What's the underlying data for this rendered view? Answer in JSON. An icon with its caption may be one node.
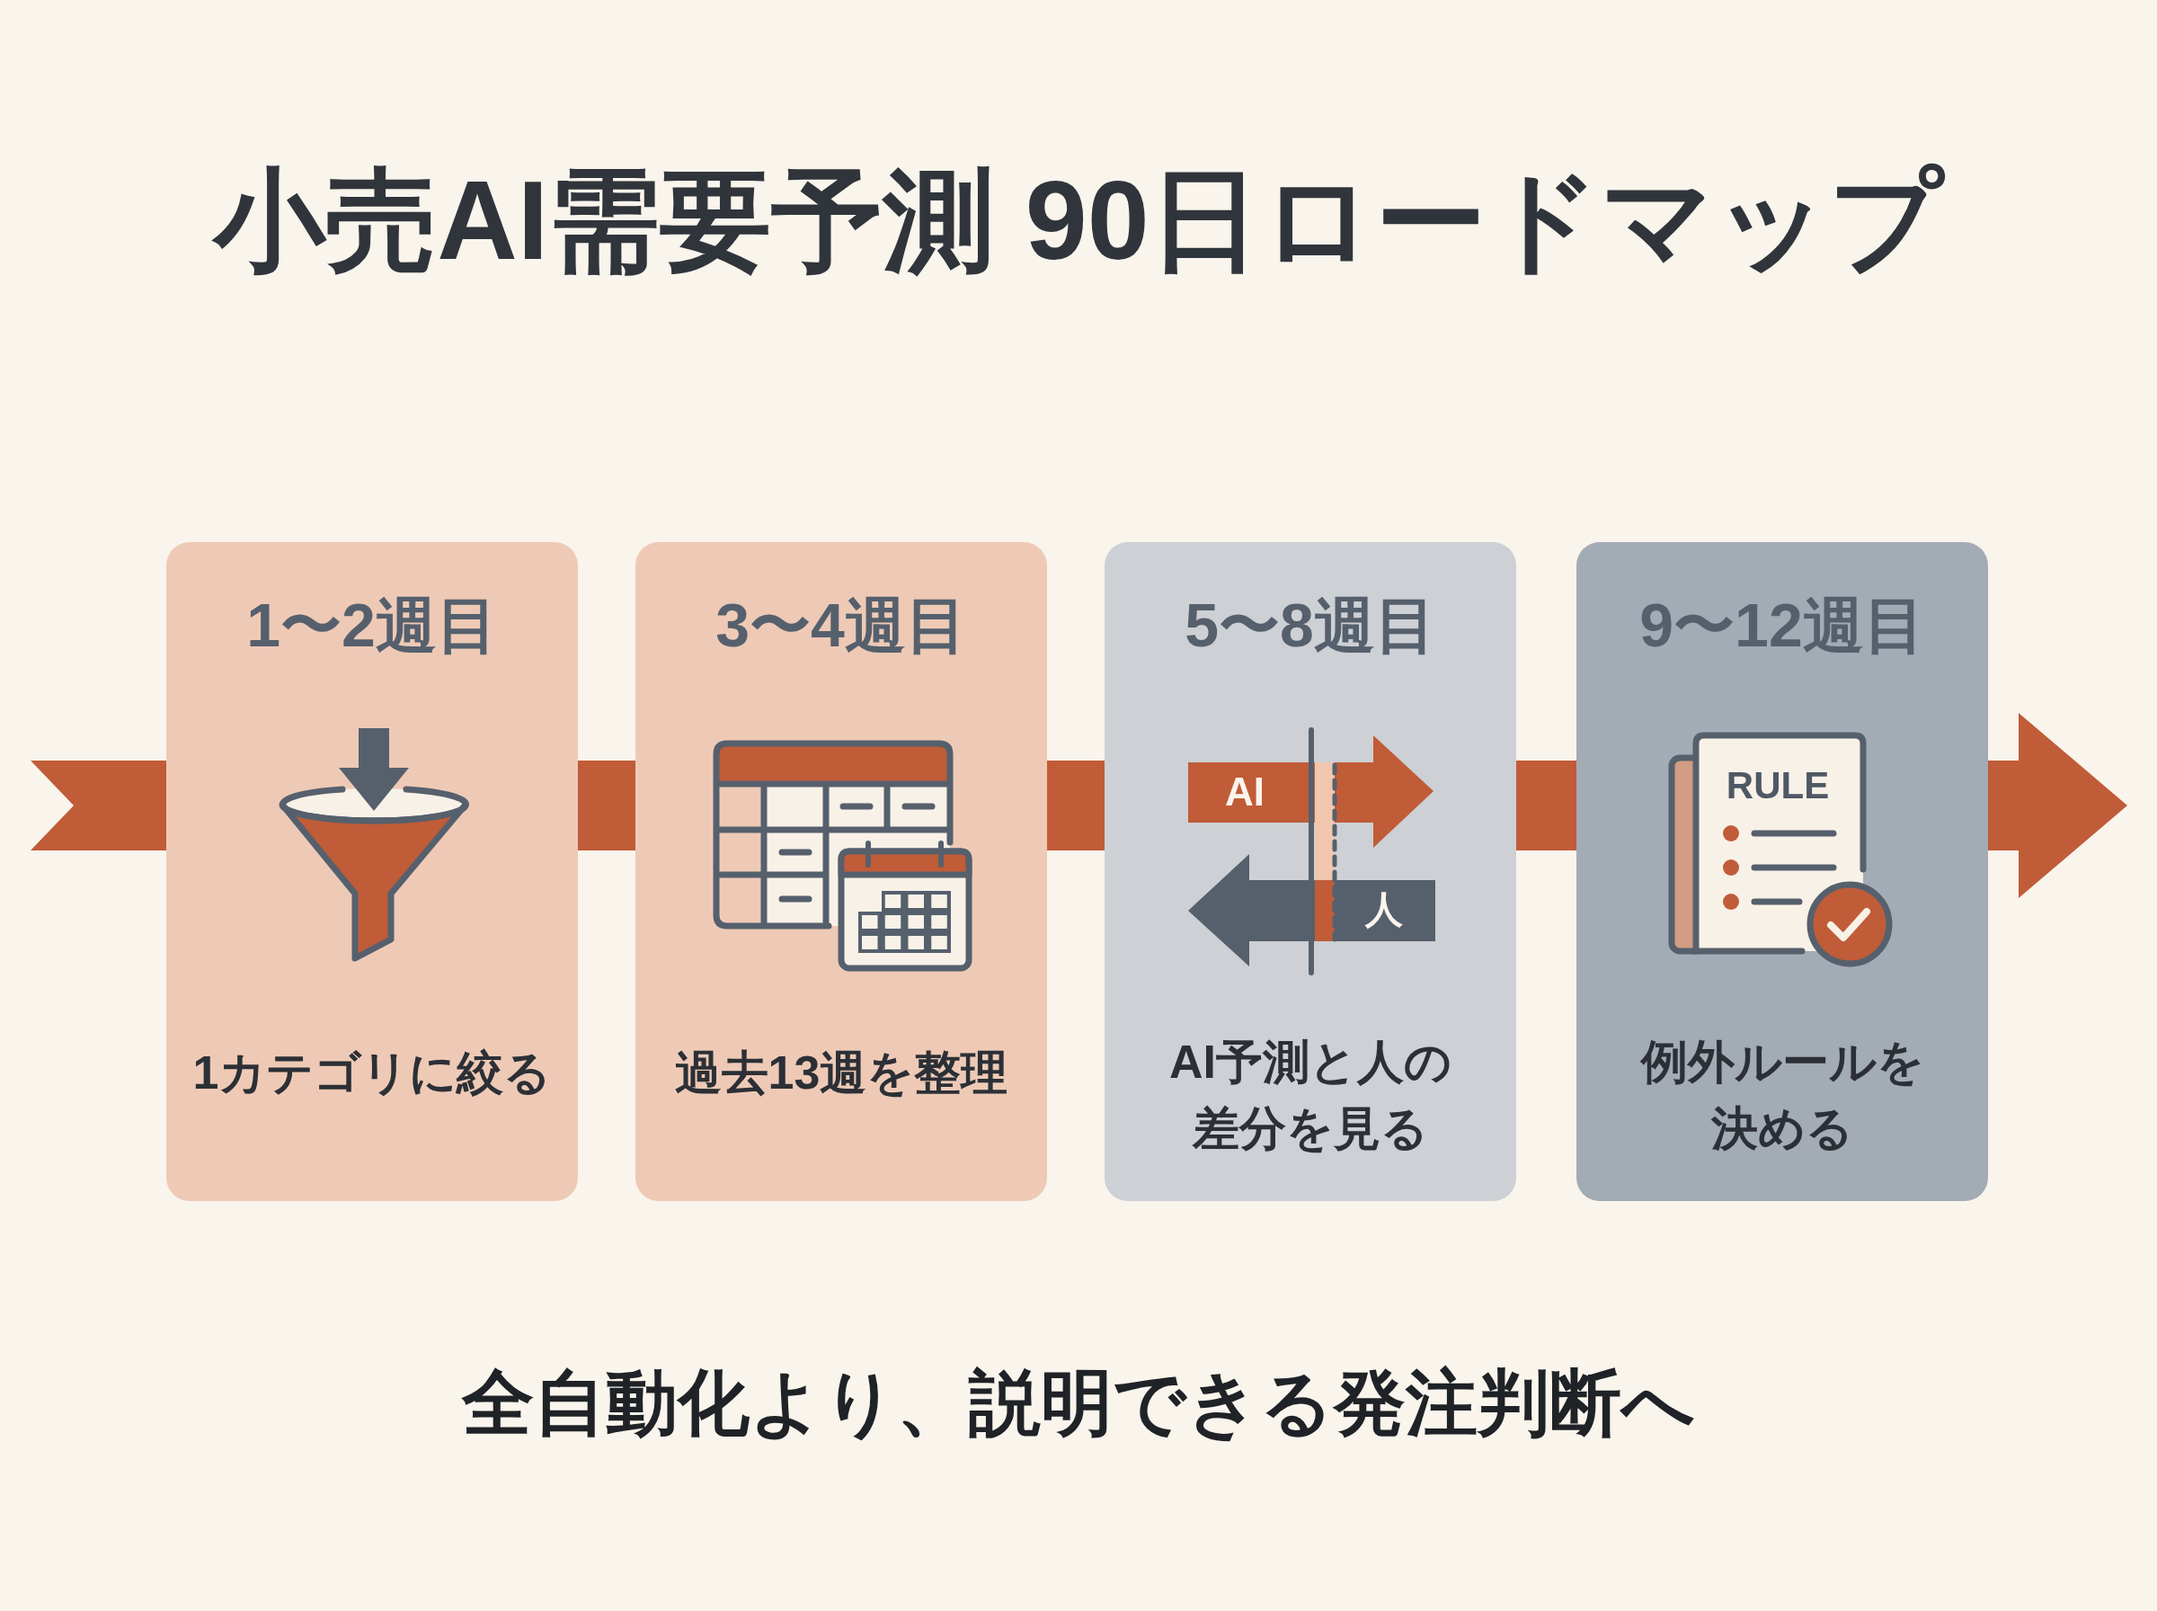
{
  "diagram": {
    "title": "小売AI需要予測 90日ロードマップ",
    "caption": "全自動化より、説明できる発注判断へ",
    "nodes": [
      {
        "text": [
          "1〜2週目",
          "1カテゴリに絞る"
        ]
      },
      {
        "text": [
          "3〜4週目",
          "過去13週を整理"
        ]
      },
      {
        "text": [
          "5〜8週目",
          "AI予測と人の差分を見る"
        ]
      },
      {
        "text": [
          "9〜12週目",
          "例外ルールを決める"
        ]
      }
    ],
    "edges": [
      {
        "from": null,
        "to": 0,
        "arrow": "none"
      },
      {
        "from": 0,
        "to": 1,
        "arrow": "none"
      },
      {
        "from": 1,
        "to": 2,
        "arrow": "none"
      },
      {
        "from": 2,
        "to": 3,
        "arrow": "none"
      },
      {
        "from": 3,
        "to": null,
        "arrow": "to"
      }
    ],
    "labels": [
      "AI",
      "人",
      "RULE"
    ]
  }
}
